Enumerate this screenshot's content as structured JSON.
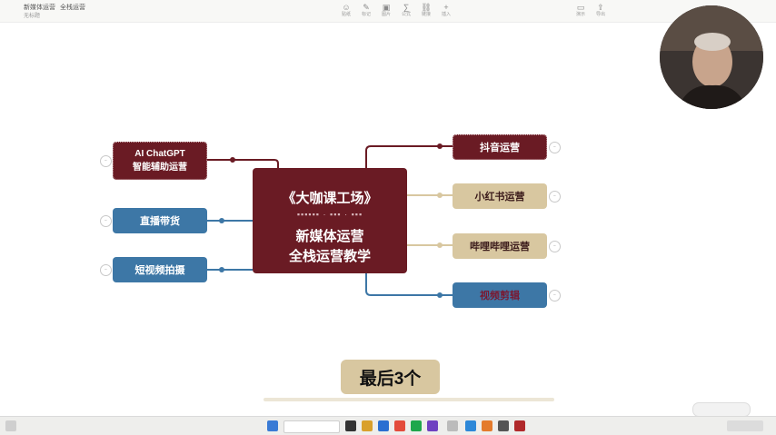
{
  "window": {
    "title": "新媒体运营",
    "tab": "全栈运营",
    "subtitle": "无标题"
  },
  "toolbar": [
    {
      "icon": "sticker-icon",
      "label": "贴纸"
    },
    {
      "icon": "marker-icon",
      "label": "标记"
    },
    {
      "icon": "image-icon",
      "label": "图片"
    },
    {
      "icon": "formula-icon",
      "label": "公式"
    },
    {
      "icon": "link-icon",
      "label": "链接"
    },
    {
      "icon": "insert-icon",
      "label": "插入"
    },
    {
      "icon": "present-icon",
      "label": "演示"
    },
    {
      "icon": "export-icon",
      "label": "导出"
    }
  ],
  "mindmap": {
    "center": {
      "line1": "《大咖课工场》",
      "line3": "新媒体运营",
      "line4": "全栈运营教学"
    },
    "left": [
      {
        "line1": "AI ChatGPT",
        "line2": "智能辅助运营",
        "style": "maroon"
      },
      {
        "line1": "直播带货",
        "style": "blue"
      },
      {
        "line1": "短视频拍摄",
        "style": "blue"
      }
    ],
    "right": [
      {
        "line1": "抖音运营",
        "style": "maroon"
      },
      {
        "line1": "小红书运营",
        "style": "tan"
      },
      {
        "line1": "哔哩哔哩运营",
        "style": "tan"
      },
      {
        "line1": "视频剪辑",
        "style": "blue"
      }
    ]
  },
  "caption": "最后3个",
  "colors": {
    "maroon": "#6a1b24",
    "tan": "#d8c7a0",
    "blue": "#3d77a6",
    "connector_tan": "#d8c7a0"
  }
}
